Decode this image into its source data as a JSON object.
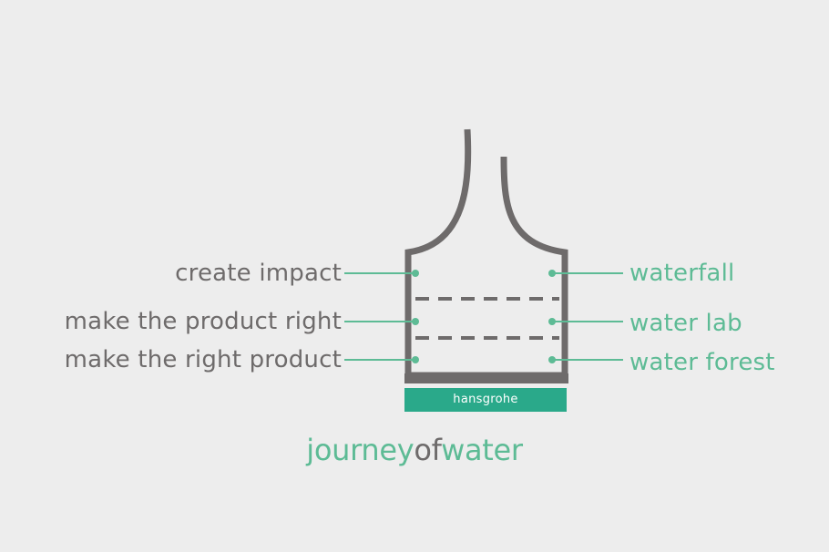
{
  "colors": {
    "background": "#ededed",
    "outline_gray": "#6e6b6b",
    "accent_green": "#5dbb95",
    "plate_green": "#2aa98a"
  },
  "left_labels": [
    "create impact",
    "make the product right",
    "make the right product"
  ],
  "right_labels": [
    "waterfall",
    "water lab",
    "water forest"
  ],
  "base_plate_label": "hansgrohe",
  "brand": {
    "part1": "journey",
    "part2": "of",
    "part3": "water"
  }
}
